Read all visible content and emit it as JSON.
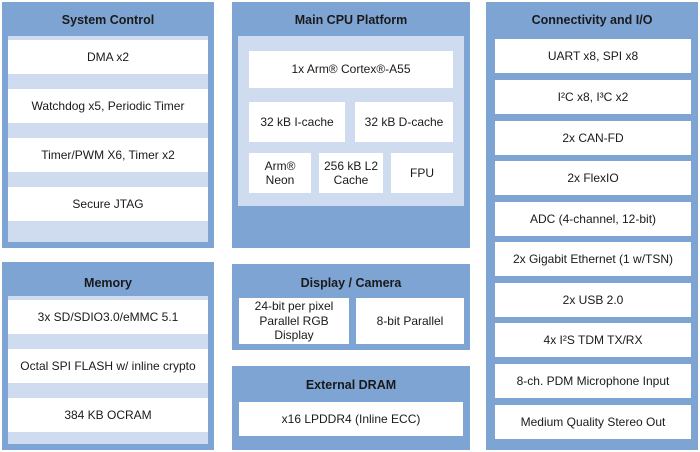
{
  "colors": {
    "panel": "#7ea4d4",
    "inner": "#cfdcef",
    "box": "#ffffff",
    "text": "#1a1a1a"
  },
  "system_control": {
    "title": "System Control",
    "items": [
      "DMA x2",
      "Watchdog x5, Periodic Timer",
      "Timer/PWM X6, Timer x2",
      "Secure JTAG"
    ]
  },
  "memory": {
    "title": "Memory",
    "items": [
      "3x SD/SDIO3.0/eMMC 5.1",
      "Octal SPI FLASH w/ inline crypto",
      "384 KB OCRAM"
    ]
  },
  "cpu": {
    "title": "Main CPU Platform",
    "core": "1x Arm® Cortex®-A55",
    "icache": "32 kB I-cache",
    "dcache": "32 kB D-cache",
    "neon": "Arm® Neon",
    "l2": "256 kB L2 Cache",
    "fpu": "FPU"
  },
  "display": {
    "title": "Display / Camera",
    "items": [
      "24-bit per pixel Parallel RGB Display",
      "8-bit Parallel"
    ]
  },
  "dram": {
    "title": "External DRAM",
    "items": [
      "x16 LPDDR4 (Inline ECC)"
    ]
  },
  "connectivity": {
    "title": "Connectivity and I/O",
    "items": [
      "UART x8, SPI x8",
      "I²C x8, I³C x2",
      "2x CAN-FD",
      "2x FlexIO",
      "ADC (4-channel, 12-bit)",
      "2x Gigabit Ethernet (1 w/TSN)",
      "2x USB 2.0",
      "4x I²S TDM TX/RX",
      "8-ch. PDM Microphone Input",
      "Medium Quality Stereo Out"
    ]
  }
}
